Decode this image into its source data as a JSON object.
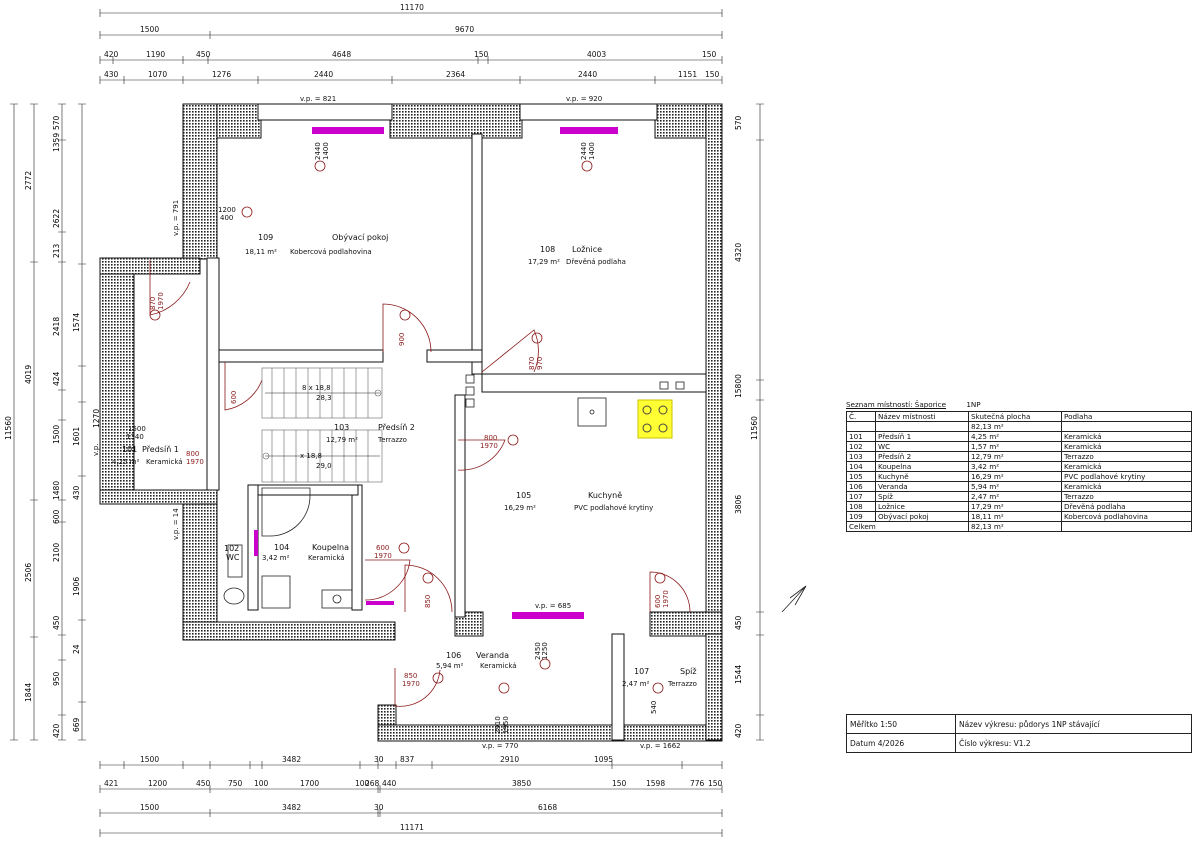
{
  "dims": {
    "top_total": "11170",
    "top_row1": [
      "1500",
      "9670"
    ],
    "top_row2": [
      "420",
      "1190",
      "450",
      "4648",
      "150",
      "4003",
      "150"
    ],
    "top_row3": [
      "430",
      "1070",
      "1276",
      "2440",
      "2364",
      "2440",
      "1151",
      "150"
    ],
    "bottom_row1": [
      "421",
      "1200",
      "450",
      "750",
      "100",
      "1700",
      "100",
      "268",
      "440",
      "837",
      "3850",
      "1095",
      "150",
      "1598",
      "776",
      "150"
    ],
    "bottom_row2": [
      "1500",
      "3482",
      "30",
      "2910"
    ],
    "bottom_row3": [
      "1500",
      "3482",
      "30",
      "6168"
    ],
    "bottom_total": "11171",
    "left_total": "11560",
    "left_row1": [
      "2772",
      "4019",
      "2506",
      "1844"
    ],
    "left_row2": [
      "570",
      "1359",
      "2622",
      "213",
      "2418",
      "424",
      "1500",
      "1480",
      "600",
      "2100",
      "450",
      "950",
      "420"
    ],
    "left_row3": [
      "1574",
      "1601",
      "1270",
      "1906",
      "24",
      "669",
      "430"
    ],
    "right_total": "11560",
    "right_row1": [
      "570",
      "4320",
      "15800",
      "3806",
      "450",
      "1544",
      "420"
    ]
  },
  "openings": {
    "window_top_left": "v.p. = 821",
    "window_top_right": "v.p. = 920",
    "window_bottom": "v.p. = 685",
    "window_bottom_left": "v.p. = 770",
    "window_bottom_right": "v.p. = 1662",
    "window_left_upper": "v.p. = 791",
    "window_left_lower": "v.p. = 14",
    "window_left_mid": "v.p.",
    "win_dim_1": "2440",
    "win_dim_2": "1400",
    "win_dim_3": "1200",
    "win_dim_4": "400",
    "win_dim_5": "2450",
    "win_dim_6": "1250",
    "win_dim_7": "1500",
    "win_dim_8": "1340",
    "win_dim_9": "2910",
    "win_dim_10": "1950",
    "win_dim_11": "540",
    "door_1": "900",
    "door_2": "870",
    "door_3": "970",
    "door_4": "800",
    "door_5": "600",
    "door_6": "1970",
    "door_7": "850",
    "door_8": "600",
    "door_9": "1970"
  },
  "stairs": {
    "upper": "8 x 18,8",
    "upper_sub": "28,3",
    "lower": "x 18,8",
    "lower_sub": "29,0"
  },
  "rooms": [
    {
      "no": "109",
      "name": "Obývací pokoj",
      "area": "18,11 m²",
      "floor": "Kobercová podlahovina"
    },
    {
      "no": "108",
      "name": "Ložnice",
      "area": "17,29 m²",
      "floor": "Dřevěná podlaha"
    },
    {
      "no": "103",
      "name": "Předsíň 2",
      "area": "12,79 m²",
      "floor": "Terrazzo"
    },
    {
      "no": "101",
      "name": "Předsíň 1",
      "area": "4,25 m²",
      "floor": "Keramická"
    },
    {
      "no": "105",
      "name": "Kuchyně",
      "area": "16,29 m²",
      "floor": "PVC podlahové krytiny"
    },
    {
      "no": "104",
      "name": "Koupelna",
      "area": "3,42 m²",
      "floor": "Keramická"
    },
    {
      "no": "102",
      "name": "WC",
      "area": "",
      "floor": ""
    },
    {
      "no": "106",
      "name": "Veranda",
      "area": "5,94 m²",
      "floor": "Keramická"
    },
    {
      "no": "107",
      "name": "Spíž",
      "area": "2,47 m²",
      "floor": "Terrazzo"
    }
  ],
  "room_table": {
    "title": "Seznam místností: Šaporice",
    "floor_code": "1NP",
    "headers": [
      "Č.",
      "Název místnosti",
      "Skutečná plocha",
      "Podlaha"
    ],
    "subtotal": "82,13 m²",
    "rows": [
      [
        "101",
        "Předsíň 1",
        "4,25 m²",
        "Keramická"
      ],
      [
        "102",
        "WC",
        "1,57 m²",
        "Keramická"
      ],
      [
        "103",
        "Předsíň 2",
        "12,79 m²",
        "Terrazzo"
      ],
      [
        "104",
        "Koupelna",
        "3,42 m²",
        "Keramická"
      ],
      [
        "105",
        "Kuchyně",
        "16,29 m²",
        "PVC podlahové krytiny"
      ],
      [
        "106",
        "Veranda",
        "5,94 m²",
        "Keramická"
      ],
      [
        "107",
        "Spíž",
        "2,47 m²",
        "Terrazzo"
      ],
      [
        "108",
        "Ložnice",
        "17,29 m²",
        "Dřevěná podlaha"
      ],
      [
        "109",
        "Obývací pokoj",
        "18,11 m²",
        "Kobercová podlahovina"
      ]
    ],
    "total_label": "Celkem",
    "total_value": "82,13 m²"
  },
  "title_block": {
    "scale": "Měřítko 1:50",
    "date": "Datum 4/2026",
    "drawing_name": "Název výkresu: půdorys 1NP stávající",
    "drawing_no": "Číslo výkresu: V1.2"
  },
  "colors": {
    "wall": "#222222",
    "window": "#cc00cc",
    "door": "#8b1a1a",
    "hob": "#e8e000"
  }
}
